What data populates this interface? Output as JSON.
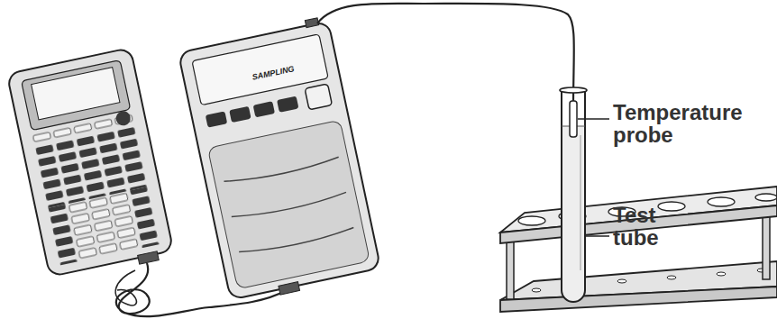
{
  "diagram": {
    "labels": [
      "SAMPLING",
      "Temperature probe",
      "Test tube"
    ]
  }
}
